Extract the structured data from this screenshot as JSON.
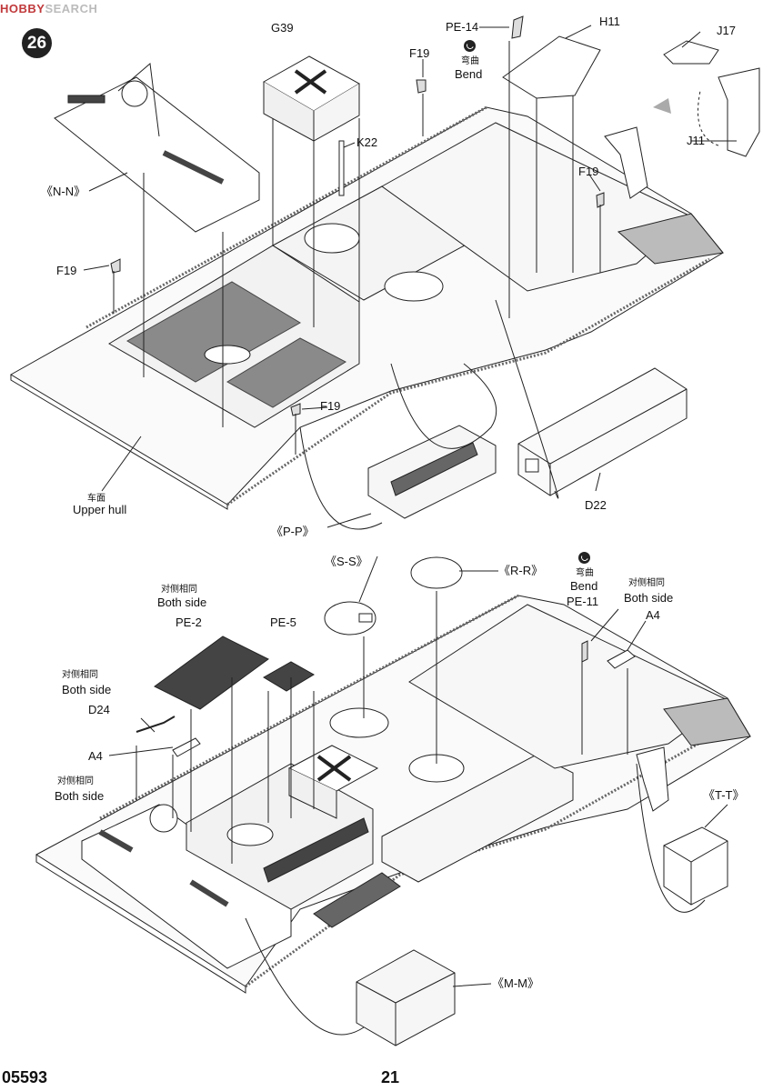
{
  "watermark": {
    "brand": "HOBBY",
    "suffix": "SEARCH"
  },
  "step_number": "26",
  "footer": {
    "product_code": "05593",
    "page_number": "21"
  },
  "top_section": {
    "labels": {
      "g39": "G39",
      "pe14": "PE-14",
      "h11": "H11",
      "j17": "J17",
      "j11": "J11",
      "f19_a": "F19",
      "f19_b": "F19",
      "f19_c": "F19",
      "f19_d": "F19",
      "k22": "K22",
      "nn": "《N-N》",
      "pp": "《P-P》",
      "d22": "D22",
      "upper_hull_cn": "车面",
      "upper_hull_en": "Upper hull",
      "bend_cn": "弯曲",
      "bend_en": "Bend"
    }
  },
  "bottom_section": {
    "labels": {
      "ss": "《S-S》",
      "rr": "《R-R》",
      "pe2": "PE-2",
      "pe5": "PE-5",
      "pe11": "PE-11",
      "a4_a": "A4",
      "a4_b": "A4",
      "d24": "D24",
      "tt": "《T-T》",
      "mm": "《M-M》",
      "both_cn_1": "对侧相同",
      "both_en_1": "Both side",
      "both_cn_2": "对侧相同",
      "both_en_2": "Both side",
      "both_cn_3": "对侧相同",
      "both_en_3": "Both side",
      "both_cn_4": "对侧相同",
      "both_en_4": "Both side",
      "bend_cn": "弯曲",
      "bend_en": "Bend"
    }
  }
}
